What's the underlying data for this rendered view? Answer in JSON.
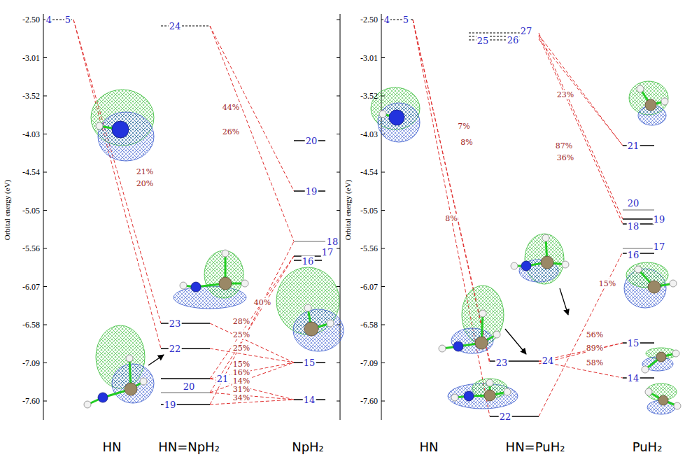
{
  "diagram": {
    "labels": [
      "-2.50",
      "-3.01",
      "-3.52",
      "-4.03",
      "-4.54",
      "-5.05",
      "-5.56",
      "-6.07",
      "-6.58",
      "-7.09",
      "-7.60",
      "Orbital energy (eV)",
      "-2.50",
      "-3.01",
      "-3.52",
      "-4.03",
      "-4.54",
      "-5.05",
      "-5.56",
      "-6.07",
      "-6.58",
      "-7.09",
      "-7.60",
      "Orbital energy (eV)",
      "4",
      "5",
      "24",
      "20",
      "19",
      "18",
      "17",
      "16",
      "15",
      "14",
      "23",
      "22",
      "21",
      "20",
      "19",
      "21%",
      "20%",
      "44%",
      "26%",
      "40%",
      "28%",
      "25%",
      "25%",
      "15%",
      "16%",
      "14%",
      "31%",
      "34%",
      "4",
      "5",
      "27",
      "26",
      "25",
      "21",
      "20",
      "19",
      "18",
      "17",
      "16",
      "15",
      "14",
      "23",
      "24",
      "22",
      "7%",
      "8%",
      "8%",
      "23%",
      "87%",
      "36%",
      "15%",
      "56%",
      "89%",
      "58%",
      "HN",
      "HN=NpH₂",
      "NpH₂",
      "HN",
      "HN=PuH₂",
      "PuH₂"
    ]
  }
}
